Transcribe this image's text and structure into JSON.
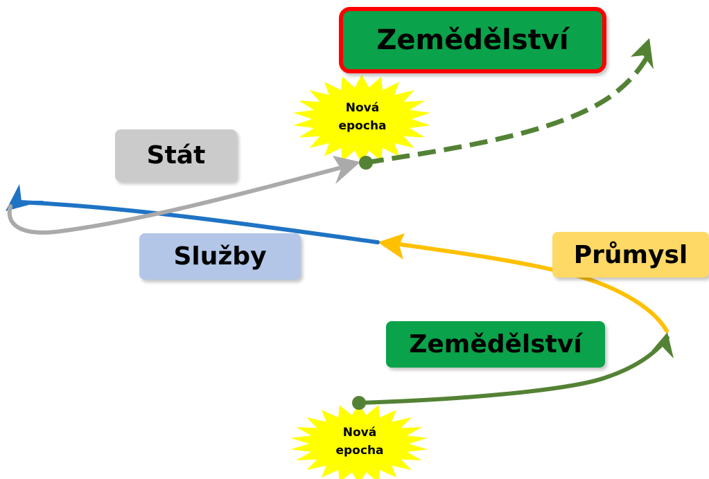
{
  "boxes": {
    "agriculture_top": "Zemědělství",
    "state": "Stát",
    "services": "Služby",
    "industry": "Průmysl",
    "agriculture_bottom": "Zemědělství"
  },
  "bursts": {
    "top": {
      "line1": "Nová",
      "line2": "epocha"
    },
    "bottom": {
      "line1": "Nová",
      "line2": "epocha"
    }
  },
  "colors": {
    "agriculture_green": "#0aa24a",
    "arrow_green": "#548235",
    "highlight_red": "#ff0000",
    "state_gray": "#cbcbcb",
    "arrow_gray": "#aaaaaa",
    "services_blue": "#b3c6e8",
    "arrow_blue": "#1f73c4",
    "industry_yellow": "#ffd966",
    "arrow_yellow": "#ffc000",
    "burst_yellow": "#ffff00"
  }
}
